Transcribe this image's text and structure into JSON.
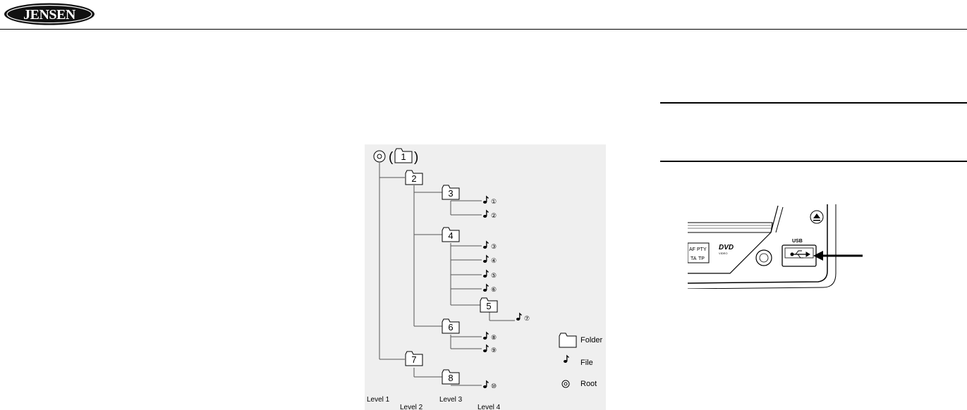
{
  "header": {
    "logo_text": "JENSEN"
  },
  "tree": {
    "levels": [
      "Level 1",
      "Level 2",
      "Level 3",
      "Level 4"
    ],
    "folders": [
      "1",
      "2",
      "3",
      "4",
      "5",
      "6",
      "7",
      "8"
    ],
    "files": [
      "①",
      "②",
      "③",
      "④",
      "⑤",
      "⑥",
      "⑦",
      "⑧",
      "⑨",
      "⑩"
    ],
    "legend": {
      "folder": "Folder",
      "file": "File",
      "root": "Root"
    }
  },
  "device": {
    "panel_labels": [
      "AF",
      "PTY",
      "TA",
      "TP"
    ],
    "dvd_label": "DVD",
    "dvd_sub": "VIDEO",
    "usb_label": "USB"
  }
}
